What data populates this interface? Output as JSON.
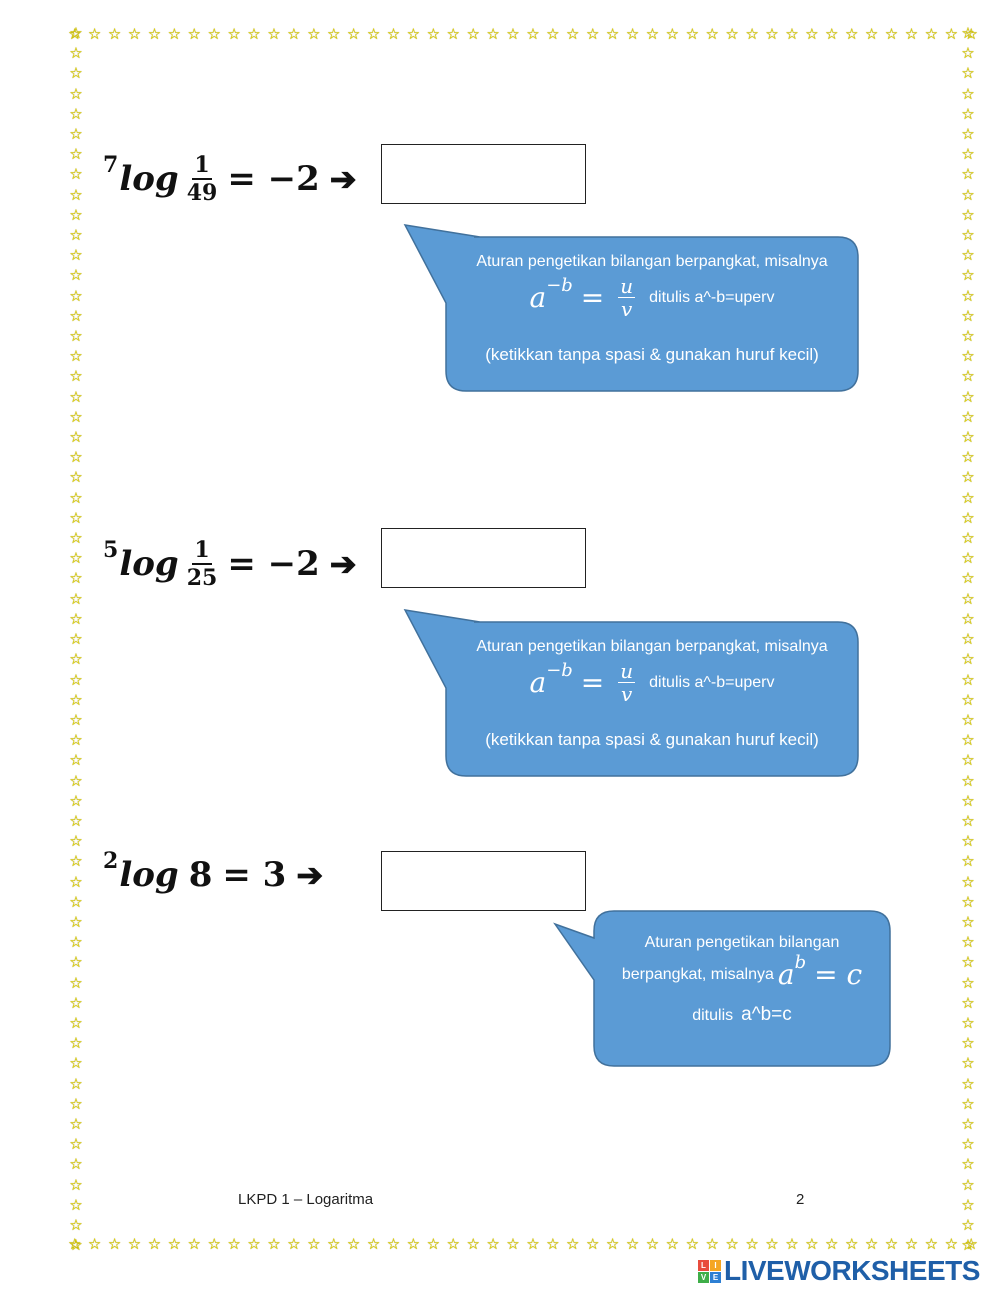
{
  "border": {
    "star_glyph": "☆",
    "star_color": "#f2e600"
  },
  "problems": [
    {
      "base": "7",
      "log": "log",
      "fraction": {
        "numerator": "1",
        "denominator": "49"
      },
      "result": "= −2",
      "arrow": "➔",
      "hint": {
        "line1": "Aturan pengetikan bilangan berpangkat, misalnya",
        "math_lhs": "a",
        "math_exp": "−b",
        "math_eq": "=",
        "frac_num": "u",
        "frac_den": "v",
        "written_as": "ditulis  a^-b=uperv",
        "line3": "(ketikkan tanpa spasi & gunakan huruf kecil)"
      }
    },
    {
      "base": "5",
      "log": "log",
      "fraction": {
        "numerator": "1",
        "denominator": "25"
      },
      "result": "= −2",
      "arrow": "➔",
      "hint": {
        "line1": "Aturan pengetikan bilangan berpangkat, misalnya",
        "math_lhs": "a",
        "math_exp": "−b",
        "math_eq": "=",
        "frac_num": "u",
        "frac_den": "v",
        "written_as": "ditulis  a^-b=uperv",
        "line3": "(ketikkan tanpa spasi & gunakan huruf kecil)"
      }
    },
    {
      "base": "2",
      "log": "log",
      "argument": "8",
      "result": "= 3",
      "arrow": "➔",
      "hint": {
        "line1": "Aturan pengetikan bilangan",
        "line2_prefix": "berpangkat, misalnya",
        "math_lhs": "a",
        "math_exp": "b",
        "math_rhs": "= c",
        "written_label": "ditulis",
        "written_value": "a^b=c"
      }
    }
  ],
  "colors": {
    "bubble_fill": "#5b9bd5",
    "bubble_stroke": "#41719c"
  },
  "footer": {
    "title": "LKPD 1 – Logaritma",
    "page": "2"
  },
  "brand": {
    "logo_letters": [
      "L",
      "I",
      "V",
      "E"
    ],
    "name": "LIVEWORKSHEETS"
  }
}
